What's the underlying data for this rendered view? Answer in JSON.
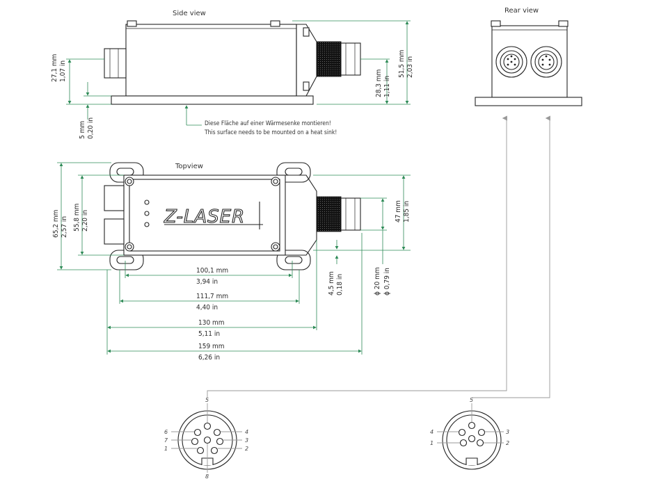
{
  "views": {
    "side_label": "Side view",
    "top_label": "Topview",
    "rear_label": "Rear view"
  },
  "brand": "Z-LASER",
  "notes": {
    "heat_sink_de": "Diese Fläche auf einer Wärmesenke montieren!",
    "heat_sink_en": "This surface needs to be mounted on a heat sink!"
  },
  "dimensions": {
    "side_left_height_mm": "27,1 mm",
    "side_left_height_in": "1,07 in",
    "side_base_mm": "5 mm",
    "side_base_in": "0,20 in",
    "side_conn_height_mm": "28,3 mm",
    "side_conn_height_in": "1,11 in",
    "side_total_height_mm": "51,5 mm",
    "side_total_height_in": "2,03 in",
    "top_width_mm": "65,2 mm",
    "top_width_in": "2,57 in",
    "top_inner_mm": "55,8 mm",
    "top_inner_in": "2,20 in",
    "top_conn_mm": "47 mm",
    "top_conn_in": "1,85 in",
    "top_hole_mm": "4,5 mm",
    "top_hole_in": "0,18 in",
    "top_dia_mm": "ϕ 20 mm",
    "top_dia_in": "ϕ 0,79 in",
    "len1_mm": "100,1 mm",
    "len1_in": "3,94 in",
    "len2_mm": "111,7 mm",
    "len2_in": "4,40 in",
    "len3_mm": "130 mm",
    "len3_in": "5,11 in",
    "len4_mm": "159 mm",
    "len4_in": "6,26 in"
  },
  "connector_8pin": {
    "pins": [
      "1",
      "2",
      "3",
      "4",
      "5",
      "6",
      "7",
      "8"
    ]
  },
  "connector_5pin": {
    "pins": [
      "1",
      "2",
      "3",
      "4",
      "5"
    ]
  },
  "colors": {
    "dimension_line": "#2e8b57",
    "drawing_line": "#222222",
    "leader_line": "#999999"
  }
}
